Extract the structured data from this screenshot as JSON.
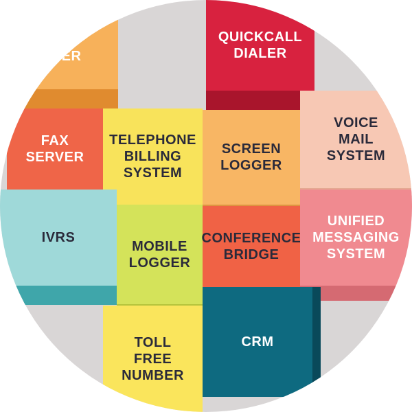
{
  "blocks": [
    {
      "id": "top-left",
      "label": "\nGER",
      "face": "#f7b15a",
      "side": "#e08b2f",
      "text": "light"
    },
    {
      "id": "quickcall",
      "label": "QUICKCALL\nDIALER",
      "face": "#d8223f",
      "side": "#a9152c",
      "text": "light"
    },
    {
      "id": "fax",
      "label": "FAX\nSERVER",
      "face": "#ef6548",
      "side": "#c84a33",
      "text": "light"
    },
    {
      "id": "telephone",
      "label": "TELEPHONE\nBILLING\nSYSTEM",
      "face": "#f8e35b",
      "side": "#d8c140",
      "text": "dark"
    },
    {
      "id": "screen",
      "label": "SCREEN\nLOGGER",
      "face": "#f8b664",
      "side": "#de9440",
      "text": "dark"
    },
    {
      "id": "voice",
      "label": "VOICE\nMAIL\nSYSTEM",
      "face": "#f7c8b4",
      "side": "#e5a892",
      "text": "dark"
    },
    {
      "id": "ivrs",
      "label": "IVRS",
      "face": "#9fd9d9",
      "side": "#3fa6aa",
      "text": "dark"
    },
    {
      "id": "mobile",
      "label": "MOBILE\nLOGGER",
      "face": "#d4e35a",
      "side": "#b5c43c",
      "text": "dark"
    },
    {
      "id": "conference",
      "label": "CONFERENCE\nBRIDGE",
      "face": "#f06245",
      "side": "#c94a30",
      "text": "dark"
    },
    {
      "id": "unified",
      "label": "UNIFIED\nMESSAGING\nSYSTEM",
      "face": "#f08a90",
      "side": "#d56a72",
      "text": "light"
    },
    {
      "id": "toll",
      "label": "TOLL\nFREE\nNUMBER",
      "face": "#fae55c",
      "side": "#e0c63c",
      "text": "dark"
    },
    {
      "id": "crm",
      "label": "CRM",
      "face": "#0e6a80",
      "side": "#09495a",
      "text": "light"
    }
  ],
  "colors": {
    "background": "#d9d6d6"
  }
}
